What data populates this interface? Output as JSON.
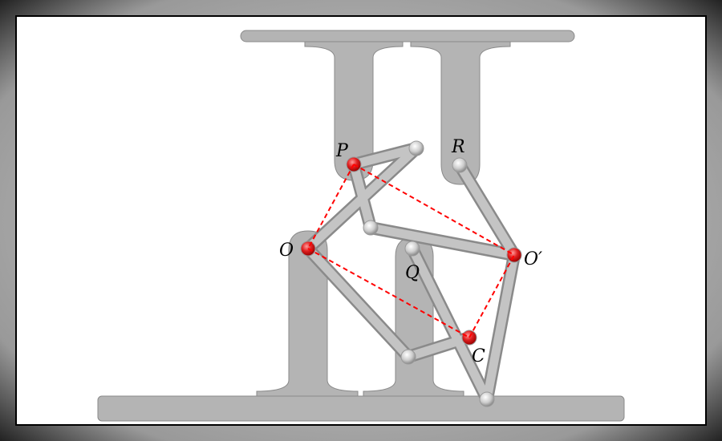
{
  "labels": {
    "P": "P",
    "R": "R",
    "O": "O",
    "Q": "Q",
    "O_prime": "O′",
    "C": "C"
  },
  "colors": {
    "frame": "#b4b4b4",
    "highlight_joint": "#e02020",
    "dashed": "#ff0000"
  }
}
